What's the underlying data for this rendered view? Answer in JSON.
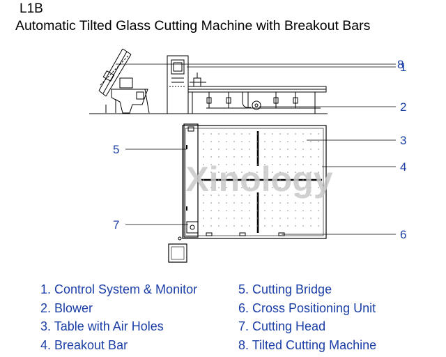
{
  "header": {
    "code": "L1B",
    "title": "Automatic Tilted Glass Cutting Machine with Breakout Bars"
  },
  "watermark": "Xinology",
  "callouts": [
    "8",
    "1",
    "2",
    "3",
    "4",
    "5",
    "7",
    "6"
  ],
  "legend": {
    "left": [
      "1. Control System & Monitor",
      "2. Blower",
      "3. Table with Air Holes",
      "4. Breakout Bar"
    ],
    "right": [
      "5. Cutting Bridge",
      "6. Cross Positioning Unit",
      "7. Cutting Head",
      "8. Tilted Cutting Machine"
    ]
  },
  "colors": {
    "label": "#1b3ea6",
    "line": "#000000",
    "watermark": "#c8c8c8"
  }
}
